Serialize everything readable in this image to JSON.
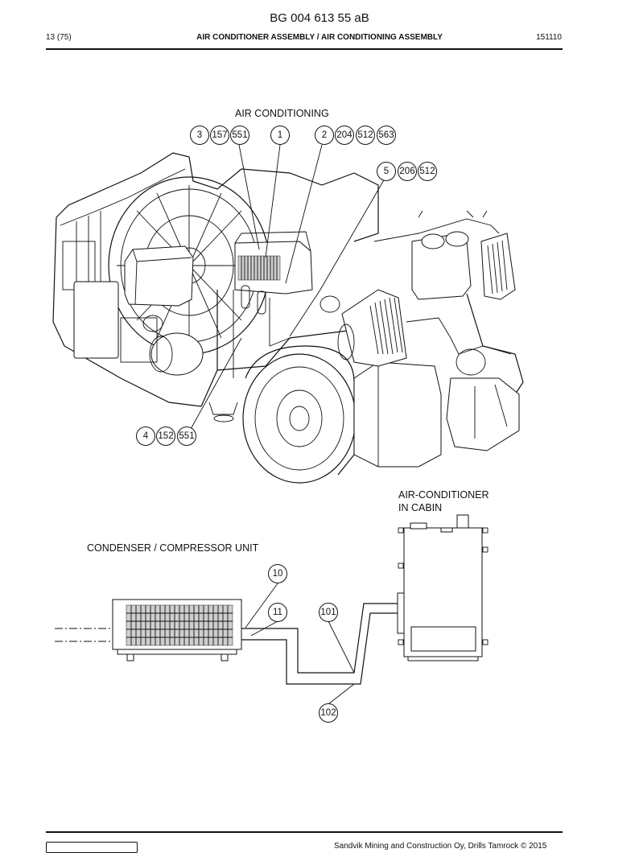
{
  "header": {
    "doc_number": "BG 004 613 55 aB",
    "page": "13 (75)",
    "title": "AIR CONDITIONER ASSEMBLY / AIR CONDITIONING ASSEMBLY",
    "date": "151110"
  },
  "diagram": {
    "label_air_conditioning": "AIR CONDITIONING",
    "label_cabin_line1": "AIR-CONDITIONER",
    "label_cabin_line2": "IN CABIN",
    "label_condenser": "CONDENSER / COMPRESSOR UNIT",
    "callouts_group_a": [
      "3",
      "157",
      "551"
    ],
    "callout_1": "1",
    "callouts_group_b": [
      "2",
      "204",
      "512",
      "563"
    ],
    "callouts_group_c": [
      "5",
      "206",
      "512"
    ],
    "callouts_group_d": [
      "4",
      "152",
      "551"
    ],
    "callout_10": "10",
    "callout_11": "11",
    "callout_101": "101",
    "callout_102": "102"
  },
  "footer": {
    "copyright": "Sandvik Mining and Construction Oy, Drills Tamrock © 2015"
  }
}
